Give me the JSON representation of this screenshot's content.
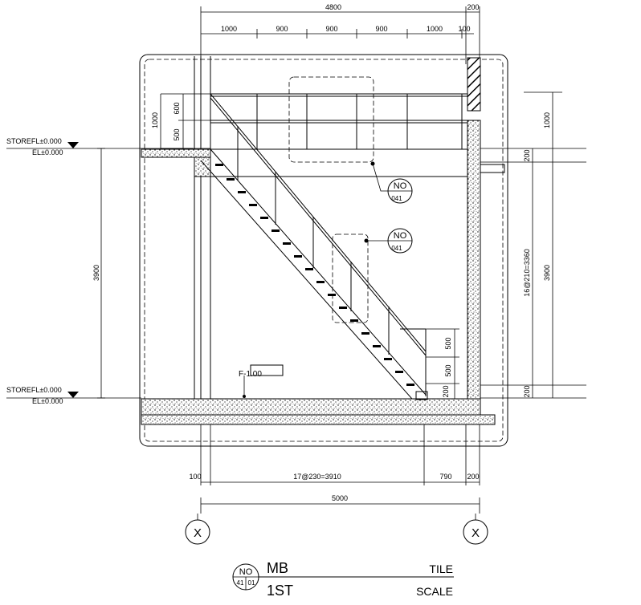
{
  "dimensions": {
    "top_total": "4800",
    "top_right_wall": "200",
    "top_segments": [
      "1000",
      "900",
      "900",
      "900",
      "1000",
      "100"
    ],
    "left_rail_upper": "600",
    "left_rail_lower": "500",
    "left_rail_total": "1000",
    "left_height": "3900",
    "right_top_200": "200",
    "right_rail_total": "1000",
    "right_risers": "16@210=3360",
    "right_height": "3900",
    "right_bottom_200": "200",
    "rail_lower_a": "500",
    "rail_lower_b": "500",
    "bottom_step_200": "200",
    "bottom_left_100": "100",
    "bottom_treads": "17@230=3910",
    "bottom_790": "790",
    "bottom_right_200": "200",
    "bottom_total": "5000"
  },
  "levels": {
    "upper_floor": "STOREFL±0.000",
    "upper_el": "EL±0.000",
    "lower_floor": "STOREFL±0.000",
    "lower_el": "EL±0.000"
  },
  "callouts": [
    {
      "top": "NO",
      "bottom": "041"
    },
    {
      "top": "NO",
      "bottom": "041"
    }
  ],
  "finish_tag": "F-1.00",
  "grid_bubbles": [
    "X",
    "X"
  ],
  "title_block": {
    "bubble_top": "NO",
    "bubble_left": "41",
    "bubble_right": "01",
    "name": "MB",
    "name_label": "TILE",
    "scale": "1ST",
    "scale_label": "SCALE"
  }
}
